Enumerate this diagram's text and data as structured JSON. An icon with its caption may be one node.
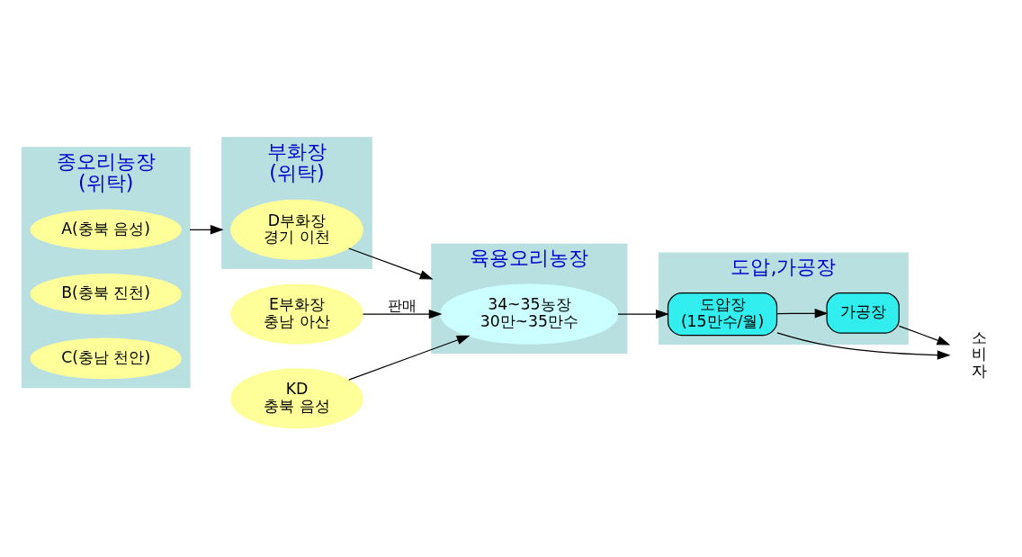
{
  "diagram": {
    "nodes": [
      {
        "text": [
          "종오리농장",
          "(위탁)"
        ]
      },
      {
        "text": [
          "A(충북 음성)"
        ],
        "in": 0
      },
      {
        "text": [
          "B(충북 진천)"
        ],
        "in": 0
      },
      {
        "text": [
          "C(충남 천안)"
        ],
        "in": 0
      },
      {
        "text": [
          "부화장",
          "(위탁)"
        ]
      },
      {
        "text": [
          "D부화장",
          "경기 이천"
        ],
        "in": 4
      },
      {
        "text": [
          "육용오리농장"
        ]
      },
      {
        "text": [
          "34~35농장",
          "30만~35만수"
        ],
        "in": 6
      },
      {
        "text": [
          "도압,가공장"
        ]
      },
      {
        "text": [
          "도압장",
          "(15만수/월)"
        ],
        "in": 8
      },
      {
        "text": [
          "가공장"
        ],
        "in": 8
      },
      {
        "text": [
          "소비자"
        ]
      },
      {
        "text": [
          "E부화장",
          "충남 아산"
        ]
      },
      {
        "text": [
          "KD",
          "충북 음성"
        ]
      }
    ],
    "edges": [
      {
        "from": 0,
        "to": 4,
        "arrow": "to"
      },
      {
        "from": 5,
        "to": 6,
        "arrow": "to"
      },
      {
        "from": 7,
        "to": 9,
        "arrow": "to"
      },
      {
        "from": 9,
        "to": 10,
        "arrow": "to"
      },
      {
        "from": 9,
        "to": 11,
        "arrow": "to"
      },
      {
        "from": 10,
        "to": 11,
        "arrow": "to"
      },
      {
        "from": 12,
        "to": 7,
        "arrow": "to",
        "label": "판매"
      },
      {
        "from": 13,
        "to": 7,
        "arrow": "to"
      }
    ]
  }
}
